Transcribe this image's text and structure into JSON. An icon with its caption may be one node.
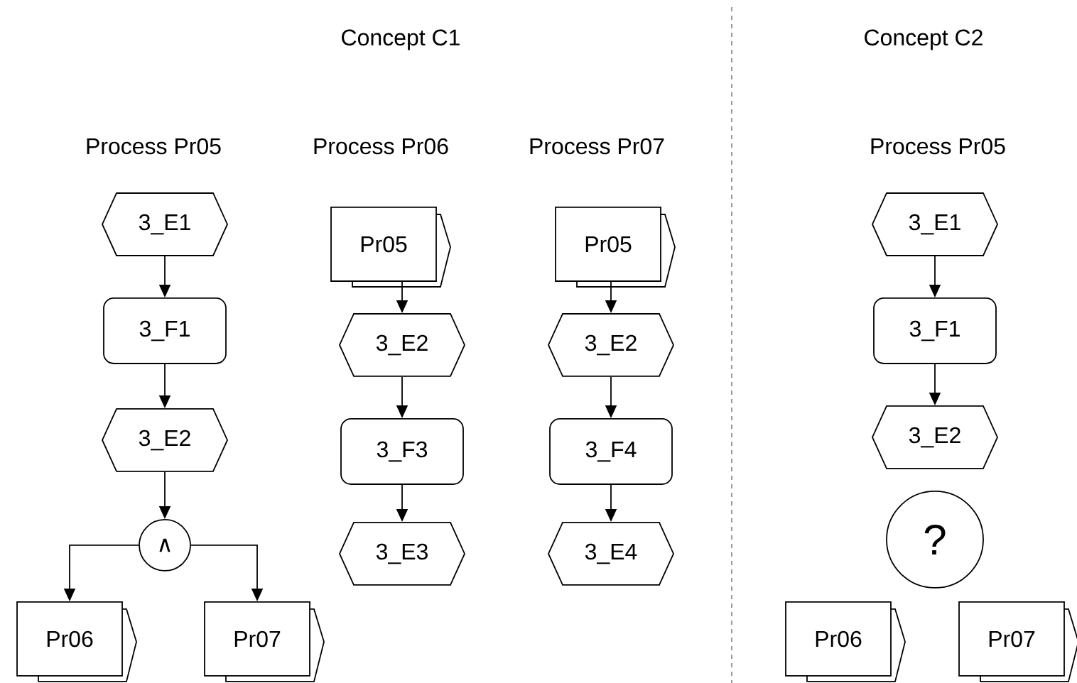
{
  "diagram": {
    "nodes": [
      {
        "text": [
          "3_E1"
        ]
      },
      {
        "text": [
          "3_F1"
        ]
      },
      {
        "text": [
          "3_E2"
        ]
      },
      {
        "text": [
          "∧"
        ]
      },
      {
        "text": [
          "Pr06"
        ]
      },
      {
        "text": [
          "Pr07"
        ]
      },
      {
        "text": [
          "Pr05"
        ]
      },
      {
        "text": [
          "3_E2"
        ]
      },
      {
        "text": [
          "3_F3"
        ]
      },
      {
        "text": [
          "3_E3"
        ]
      },
      {
        "text": [
          "Pr05"
        ]
      },
      {
        "text": [
          "3_E2"
        ]
      },
      {
        "text": [
          "3_F4"
        ]
      },
      {
        "text": [
          "3_E4"
        ]
      },
      {
        "text": [
          "3_E1"
        ]
      },
      {
        "text": [
          "3_F1"
        ]
      },
      {
        "text": [
          "3_E2"
        ]
      },
      {
        "text": [
          "?"
        ]
      },
      {
        "text": [
          "Pr06"
        ]
      },
      {
        "text": [
          "Pr07"
        ]
      }
    ],
    "edges": [
      {
        "from": 0,
        "to": 1,
        "arrow": "to"
      },
      {
        "from": 1,
        "to": 2,
        "arrow": "to"
      },
      {
        "from": 2,
        "to": 3,
        "arrow": "to"
      },
      {
        "from": 3,
        "to": 4,
        "arrow": "to"
      },
      {
        "from": 3,
        "to": 5,
        "arrow": "to"
      },
      {
        "from": 6,
        "to": 7,
        "arrow": "to"
      },
      {
        "from": 7,
        "to": 8,
        "arrow": "to"
      },
      {
        "from": 8,
        "to": 9,
        "arrow": "to"
      },
      {
        "from": 10,
        "to": 11,
        "arrow": "to"
      },
      {
        "from": 11,
        "to": 12,
        "arrow": "to"
      },
      {
        "from": 12,
        "to": 13,
        "arrow": "to"
      },
      {
        "from": 14,
        "to": 15,
        "arrow": "to"
      },
      {
        "from": 15,
        "to": 16,
        "arrow": "to"
      }
    ],
    "labels": [
      "Concept C1",
      "Concept C2",
      "Process Pr05",
      "Process Pr06",
      "Process Pr07",
      "Process Pr05"
    ]
  }
}
